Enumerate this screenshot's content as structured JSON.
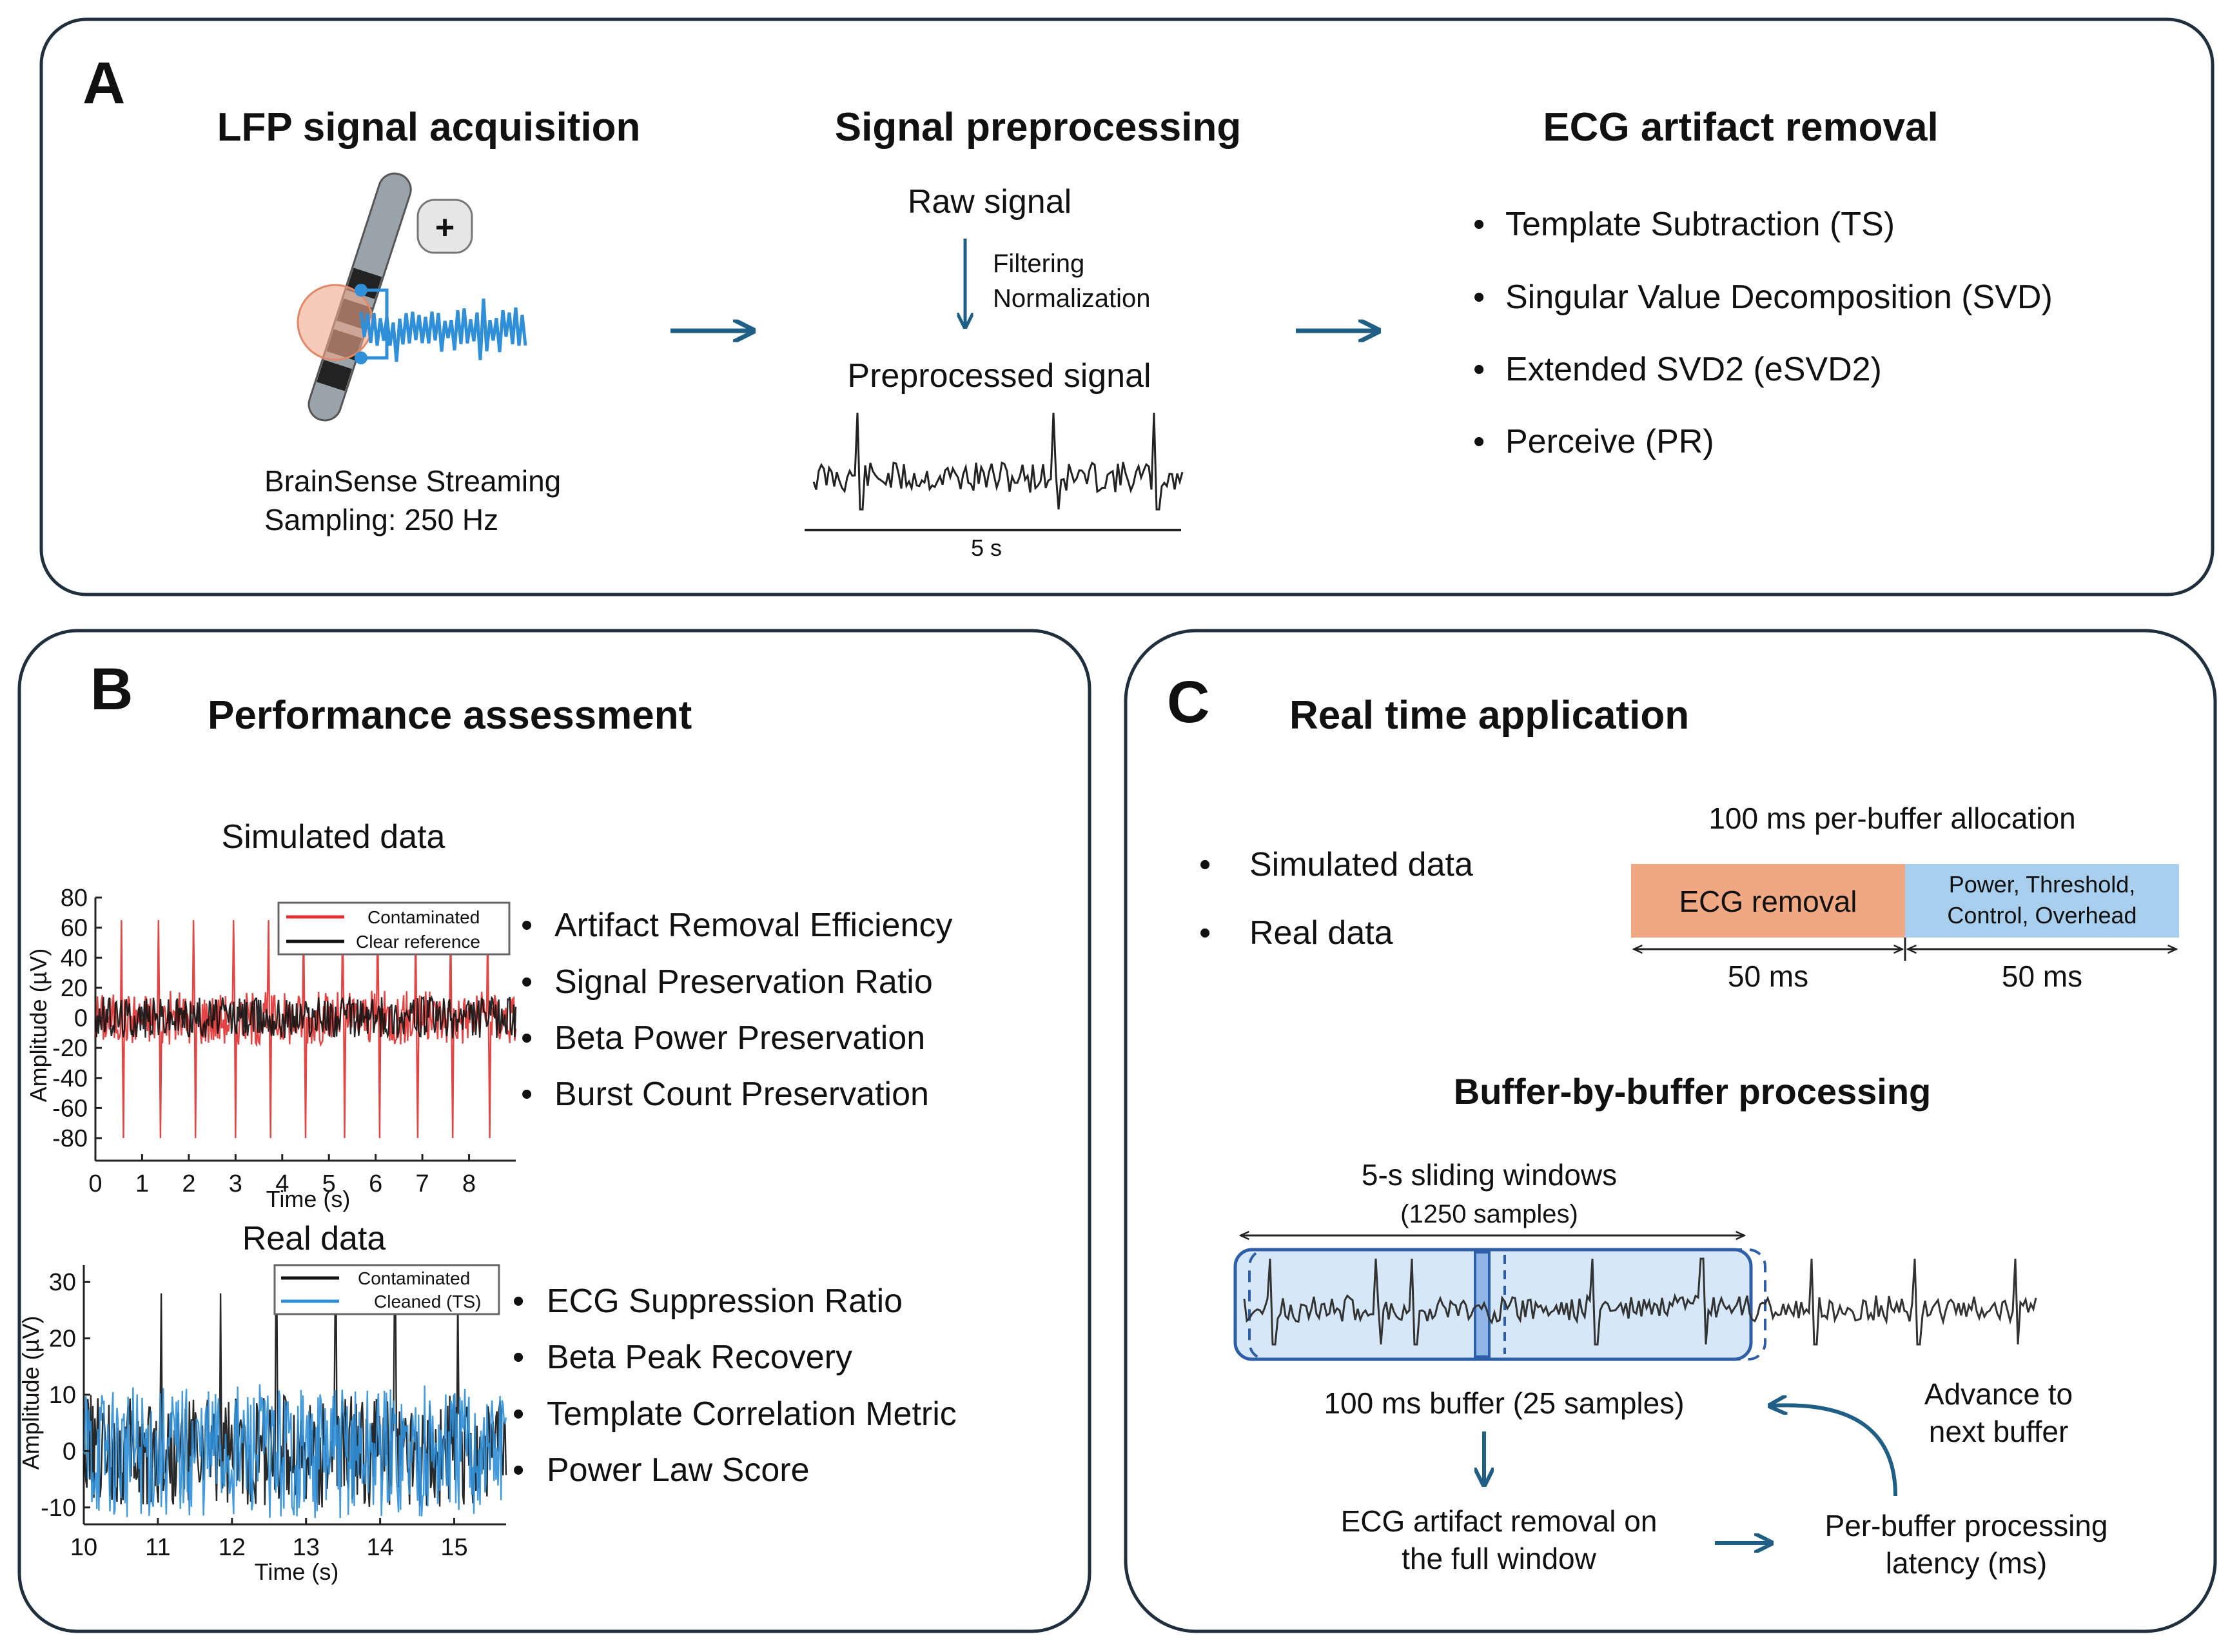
{
  "panel_a": {
    "letter": "A",
    "acquisition": {
      "title": "LFP signal acquisition",
      "caption_line1": "BrainSense Streaming",
      "caption_line2": "Sampling: 250 Hz",
      "device_symbol": "+"
    },
    "preprocessing": {
      "title": "Signal preprocessing",
      "raw": "Raw signal",
      "step1": "Filtering",
      "step2": "Normalization",
      "result": "Preprocessed signal",
      "scale": "5 s"
    },
    "removal": {
      "title": "ECG artifact removal",
      "methods": [
        "Template Subtraction (TS)",
        "Singular Value Decomposition (SVD)",
        "Extended SVD2 (eSVD2)",
        "Perceive (PR)"
      ]
    },
    "colors": {
      "arrow": "#1f5f86",
      "signal": "#2f8fd8",
      "electrode_glow": "#f0a88a"
    }
  },
  "panel_b": {
    "letter": "B",
    "title": "Performance assessment",
    "simulated": {
      "subtitle": "Simulated data",
      "metrics": [
        "Artifact Removal Efficiency",
        "Signal Preservation Ratio",
        "Beta Power Preservation",
        "Burst Count Preservation"
      ]
    },
    "real": {
      "subtitle": "Real data",
      "metrics": [
        "ECG Suppression Ratio",
        "Beta Peak Recovery",
        "Template Correlation Metric",
        "Power Law Score"
      ]
    }
  },
  "panel_c": {
    "letter": "C",
    "title": "Real time application",
    "datasets": [
      "Simulated data",
      "Real data"
    ],
    "allocation": {
      "title": "100 ms per-buffer allocation",
      "segment1_label": "ECG removal",
      "segment2_line1": "Power, Threshold,",
      "segment2_line2": "Control, Overhead",
      "segment1_duration": "50 ms",
      "segment2_duration": "50 ms",
      "segment1_ms": 50,
      "segment2_ms": 50,
      "colors": {
        "segment1": "#f0a882",
        "segment2": "#a9cfee"
      }
    },
    "buffer": {
      "title": "Buffer-by-buffer processing",
      "window_line1": "5-s sliding windows",
      "window_line2": "(1250 samples)",
      "buffer_label": "100 ms buffer (25 samples)",
      "advance_line1": "Advance to",
      "advance_line2": "next buffer",
      "removal_line1": "ECG artifact removal on",
      "removal_line2": "the full window",
      "latency_line1": "Per-buffer processing",
      "latency_line2": "latency (ms)",
      "colors": {
        "window_fill": "#d6e8f8",
        "window_stroke": "#2e5ea8"
      }
    }
  },
  "chart_data": [
    {
      "type": "line",
      "title": "Simulated data",
      "xlabel": "Time (s)",
      "ylabel": "Amplitude (µV)",
      "xlim": [
        0,
        9
      ],
      "ylim": [
        -95,
        80
      ],
      "xticks": [
        0,
        1,
        2,
        3,
        4,
        5,
        6,
        7,
        8
      ],
      "yticks": [
        80,
        60,
        40,
        20,
        0,
        -20,
        -40,
        -60,
        -80
      ],
      "legend_position": "top-right",
      "series": [
        {
          "name": "Contaminated",
          "color": "#e03030",
          "spike_times": [
            0.55,
            1.35,
            2.1,
            2.95,
            3.7,
            4.45,
            5.3,
            6.05,
            6.85,
            7.6,
            8.4
          ],
          "spike_peak": 65,
          "spike_trough": -80,
          "noise_amplitude": 18
        },
        {
          "name": "Clear reference",
          "color": "#111111",
          "noise_amplitude": 14
        }
      ]
    },
    {
      "type": "line",
      "title": "Real data",
      "xlabel": "Time (s)",
      "ylabel": "Amplitude (µV)",
      "xlim": [
        10,
        15.7
      ],
      "ylim": [
        -13,
        33
      ],
      "xticks": [
        10,
        11,
        12,
        13,
        14,
        15
      ],
      "yticks": [
        30,
        20,
        10,
        0,
        -10
      ],
      "legend_position": "top-right",
      "series": [
        {
          "name": "Contaminated",
          "color": "#111111",
          "spike_times": [
            11.05,
            11.85,
            12.6,
            13.4,
            14.2,
            15.05
          ],
          "spike_peak": 28
        },
        {
          "name": "Cleaned (TS)",
          "color": "#2f8fd8",
          "noise_amplitude": 12
        }
      ]
    }
  ]
}
